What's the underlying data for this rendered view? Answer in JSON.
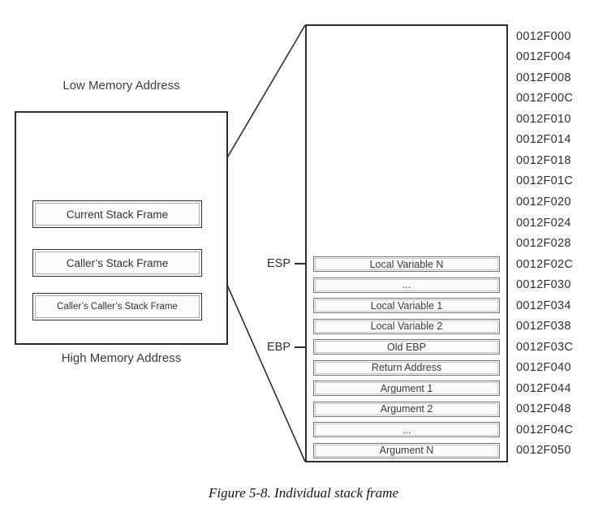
{
  "caption": "Figure 5-8. Individual stack frame",
  "colors": {
    "ink": "#2e2e2e"
  },
  "overview": {
    "low_memory_label": "Low Memory Address",
    "high_memory_label": "High Memory Address",
    "frames": [
      "Current Stack Frame",
      "Caller’s Stack Frame",
      "Caller’s Caller’s Stack Frame"
    ]
  },
  "detail": {
    "registers": [
      {
        "label": "ESP",
        "points_to": "Local Variable N"
      },
      {
        "label": "EBP",
        "points_to": "Old EBP"
      }
    ],
    "rows": [
      {
        "label": "Local Variable N",
        "address": "0012F02C"
      },
      {
        "label": "...",
        "address": "0012F030"
      },
      {
        "label": "Local Variable 1",
        "address": "0012F034"
      },
      {
        "label": "Local Variable 2",
        "address": "0012F038"
      },
      {
        "label": "Old EBP",
        "address": "0012F03C"
      },
      {
        "label": "Return Address",
        "address": "0012F040"
      },
      {
        "label": "Argument 1",
        "address": "0012F044"
      },
      {
        "label": "Argument 2",
        "address": "0012F048"
      },
      {
        "label": "...",
        "address": "0012F04C"
      },
      {
        "label": "Argument N",
        "address": "0012F050"
      }
    ],
    "addresses": [
      "0012F000",
      "0012F004",
      "0012F008",
      "0012F00C",
      "0012F010",
      "0012F014",
      "0012F018",
      "0012F01C",
      "0012F020",
      "0012F024",
      "0012F028",
      "0012F02C",
      "0012F030",
      "0012F034",
      "0012F038",
      "0012F03C",
      "0012F040",
      "0012F044",
      "0012F048",
      "0012F04C",
      "0012F050"
    ]
  }
}
